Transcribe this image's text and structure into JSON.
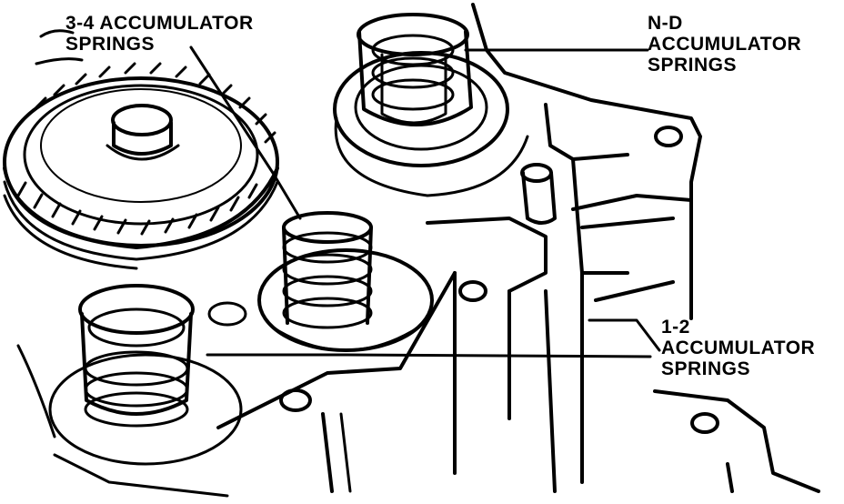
{
  "labels": {
    "acc_34": [
      "3-4 ACCUMULATOR",
      "SPRINGS"
    ],
    "acc_nd": [
      "N-D",
      "ACCUMULATOR",
      "SPRINGS"
    ],
    "acc_12": [
      "1-2",
      "ACCUMULATOR",
      "SPRINGS"
    ]
  },
  "colors": {
    "ink": "#000000",
    "paper": "#ffffff"
  }
}
